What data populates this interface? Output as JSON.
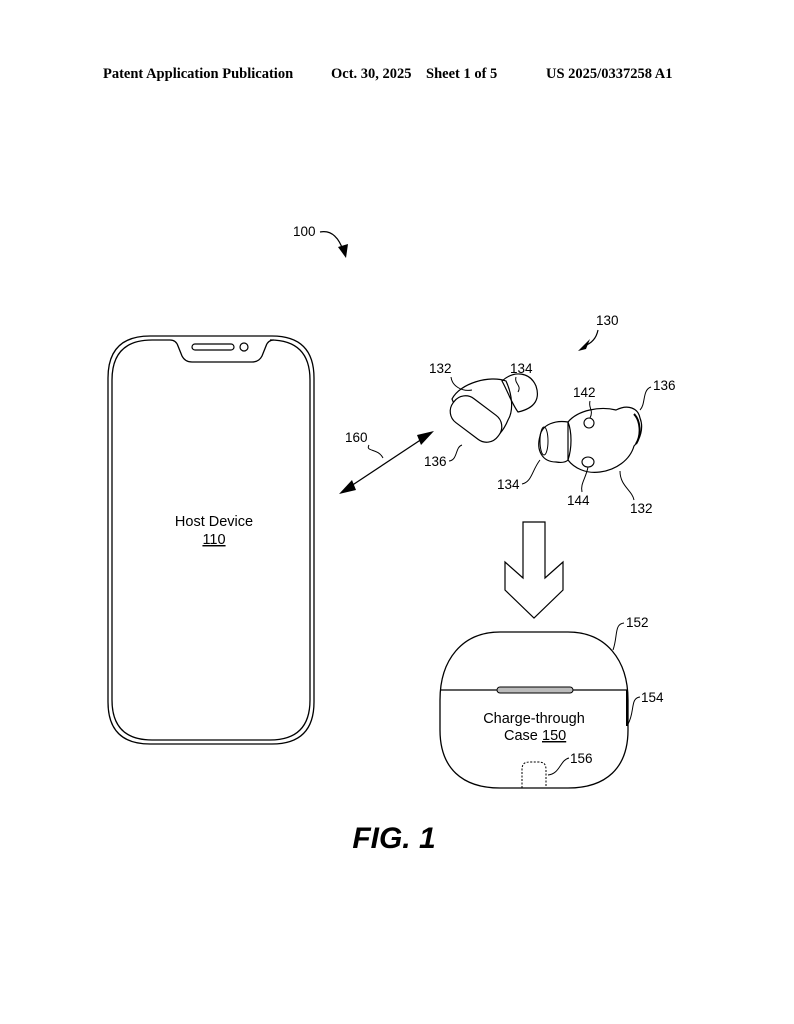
{
  "header": {
    "publication_type": "Patent Application Publication",
    "date": "Oct. 30, 2025",
    "sheet": "Sheet 1 of 5",
    "publication_number": "US 2025/0337258 A1"
  },
  "figure": {
    "caption": "FIG. 1",
    "system_ref": "100",
    "host_device": {
      "label": "Host Device",
      "ref": "110"
    },
    "link_ref": "160",
    "earbuds": {
      "group_ref": "130",
      "left_labels": {
        "body": "132",
        "tip": "134",
        "stem": "136"
      },
      "right_labels": {
        "body": "132",
        "tip": "134",
        "stem": "136",
        "sensor_top": "142",
        "sensor_bottom": "144"
      }
    },
    "case": {
      "label": "Charge-through",
      "label_line2": "Case",
      "ref": "150",
      "lid_ref": "152",
      "side_ref": "154",
      "port_ref": "156"
    }
  }
}
